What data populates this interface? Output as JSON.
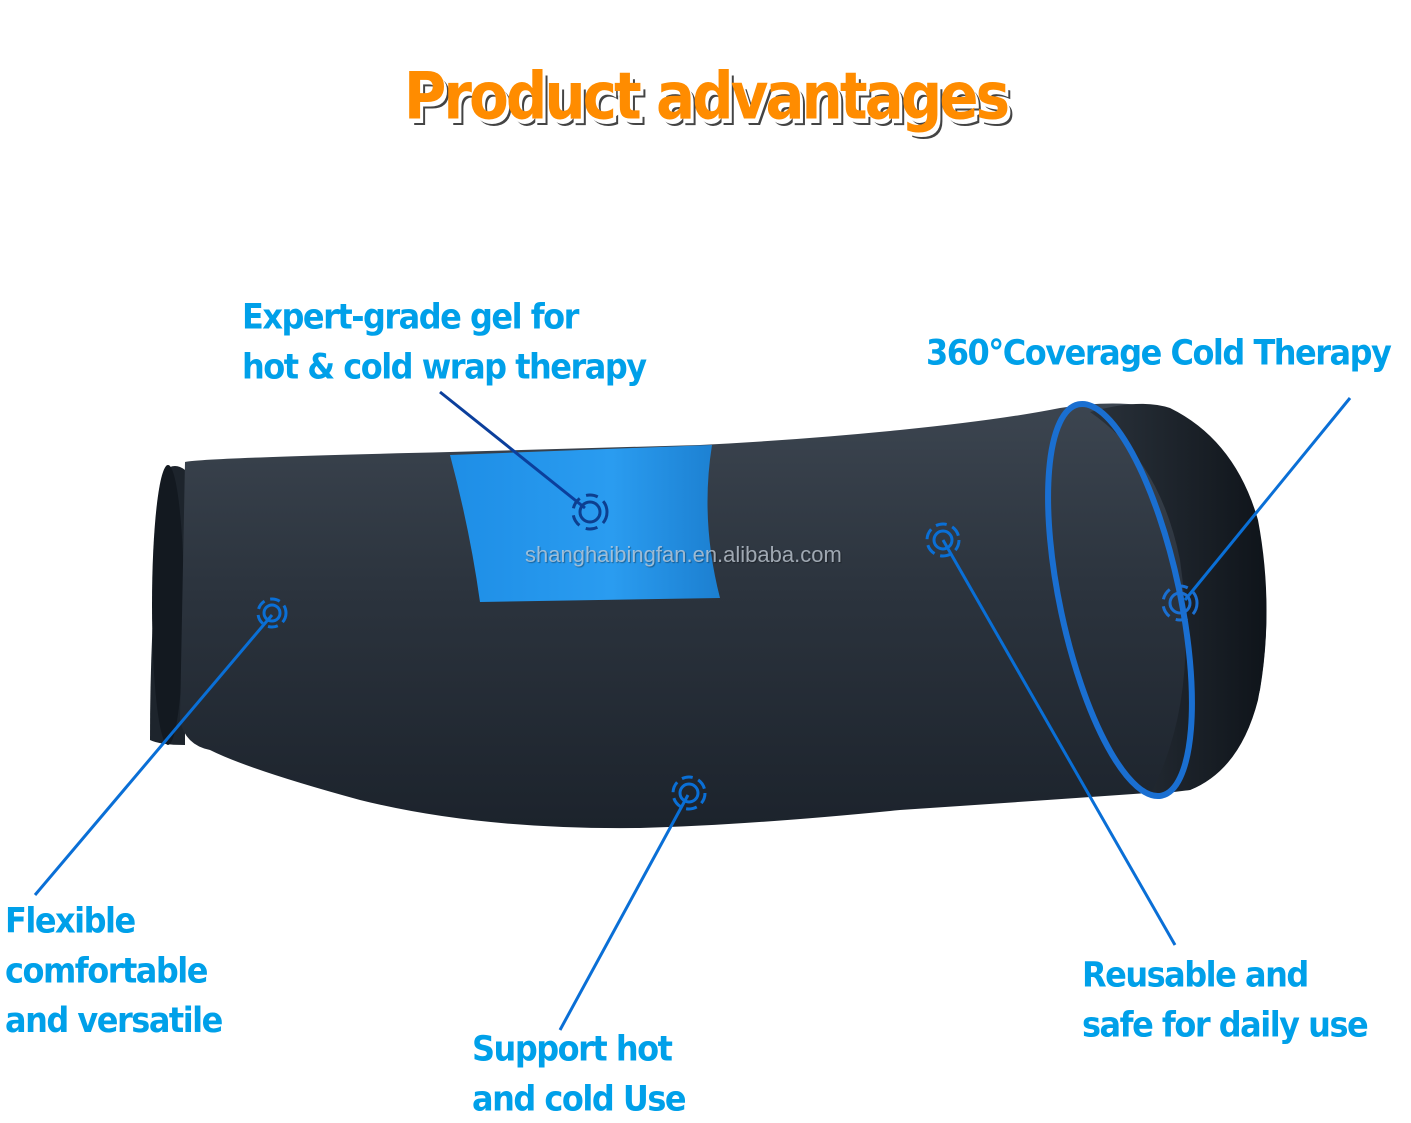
{
  "header": {
    "title": "Product advantages",
    "title_color": "#ff8c00"
  },
  "features": [
    {
      "id": "gel",
      "lines": [
        "Expert-grade gel for",
        "hot & cold wrap therapy"
      ]
    },
    {
      "id": "coverage",
      "lines": [
        "360°Coverage Cold Therapy"
      ]
    },
    {
      "id": "flexible",
      "lines": [
        "Flexible",
        "comfortable",
        "and versatile"
      ]
    },
    {
      "id": "hot-cold",
      "lines": [
        "Support hot",
        "and cold Use"
      ]
    },
    {
      "id": "reusable",
      "lines": [
        "Reusable and",
        "safe for daily use"
      ]
    }
  ],
  "watermark": "shanghaibingfan.en.alibaba.com",
  "colors": {
    "label_blue": "#00a0e9",
    "pointer_blue": "#0a6fd6",
    "gel_blue": "#1e90e8",
    "sleeve_dark": "#2a323c"
  },
  "icons": {
    "callout_marker": "target-ring-icon"
  }
}
